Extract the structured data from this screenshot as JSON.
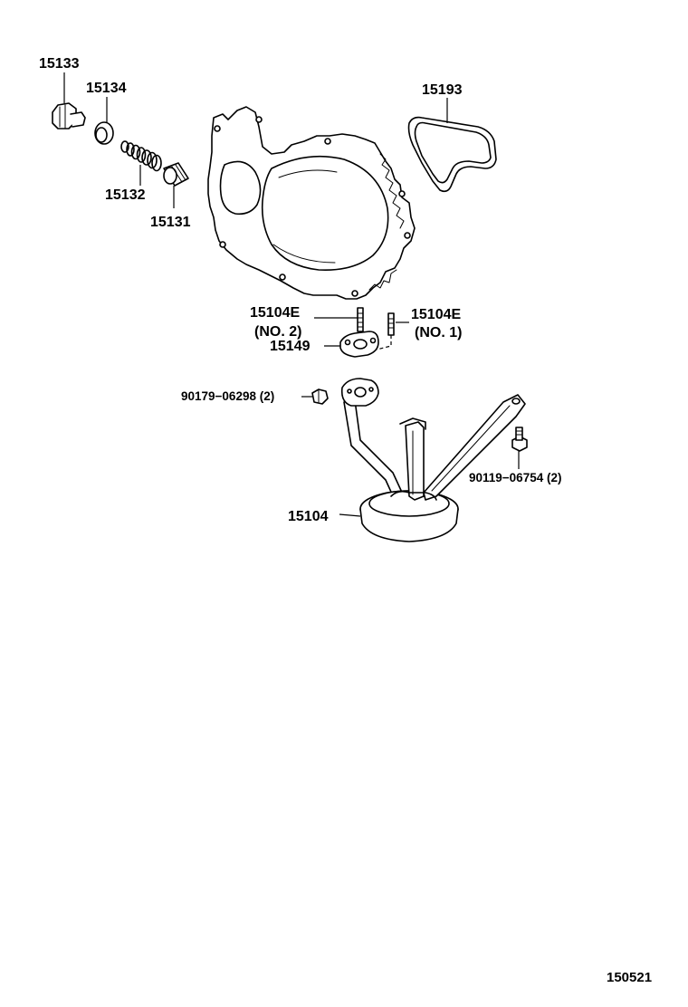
{
  "callouts": {
    "p15133": "15133",
    "p15134": "15134",
    "p15132": "15132",
    "p15131": "15131",
    "p15193": "15193",
    "p15104e_no2": "15104E",
    "no2": "(NO. 2)",
    "p15104e_no1": "15104E",
    "no1": "(NO. 1)",
    "p15149": "15149",
    "p90179": "90179−06298 (2)",
    "p90119": "90119−06754 (2)",
    "p15104": "15104"
  },
  "reference_number": "150521"
}
